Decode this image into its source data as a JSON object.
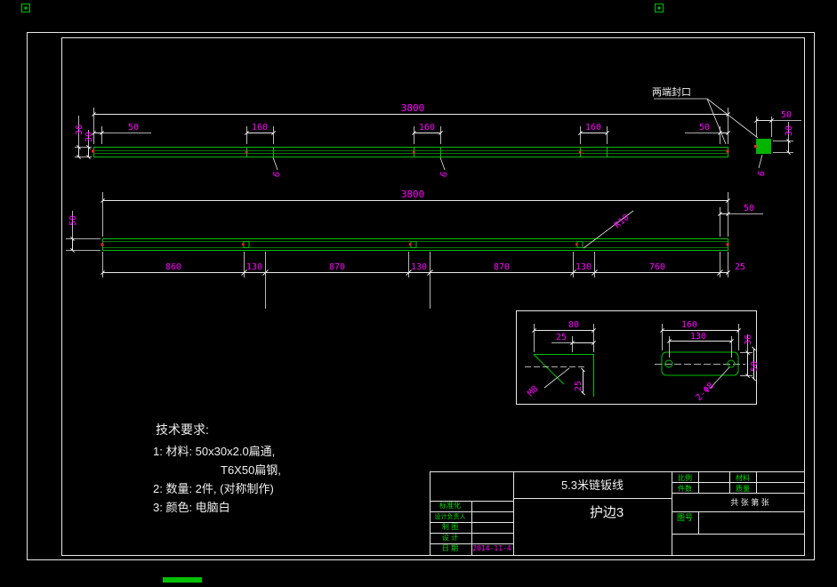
{
  "colors": {
    "background": "#000000",
    "geometry_green": "#00c000",
    "geometry_dark_green": "#008000",
    "dimension_line_white": "#e8e8e8",
    "dimension_text_magenta": "#ff00ff",
    "label_green": "#00e000",
    "tick_red": "#ff2020"
  },
  "annotations": {
    "end_seal": "两端封口"
  },
  "front_view": {
    "total": "3800",
    "left_offset": "50",
    "slot1": "160",
    "slot2": "160",
    "slot3": "160",
    "right_offset": "50",
    "height_outer": "36",
    "height_inner": "30",
    "end_width": "50",
    "end_height": "30",
    "slot_width_1": "6",
    "slot_width_2": "6",
    "end_plate_thickness": "6"
  },
  "plan_view": {
    "total": "3800",
    "bar_width": "50",
    "corner_radius": "R10",
    "right_offset": "50",
    "segments": [
      "860",
      "130",
      "870",
      "130",
      "870",
      "130",
      "760",
      "25"
    ]
  },
  "detail_view": {
    "dim_width": "80",
    "dim_offset": "25",
    "dim_depth": "25",
    "thread": "M8",
    "plate_length": "160",
    "hole_spacing": "130",
    "plate_height": "36",
    "plate_width": "50",
    "holes": "2-Φ8"
  },
  "tech_requirements": {
    "title": "技术要求:",
    "item1": "1: 材料: 50x30x2.0扁通,",
    "item1_cont": "T6X50扁钢,",
    "item2": "2: 数量: 2件, (对称制作)",
    "item3": "3: 颜色: 电脑白"
  },
  "title_block": {
    "product": "5.3米链钣线",
    "part": "护边3",
    "scale_label": "比例",
    "material_label": "材料",
    "qty_label": "件数",
    "mass_label": "质量",
    "sheet_info": "共  张 第  张",
    "drawing_no_label": "图号",
    "row_labels": [
      "标准化",
      "设计负责人",
      "制  图",
      "设  计",
      "日  期"
    ],
    "date": "2014-11-4"
  }
}
